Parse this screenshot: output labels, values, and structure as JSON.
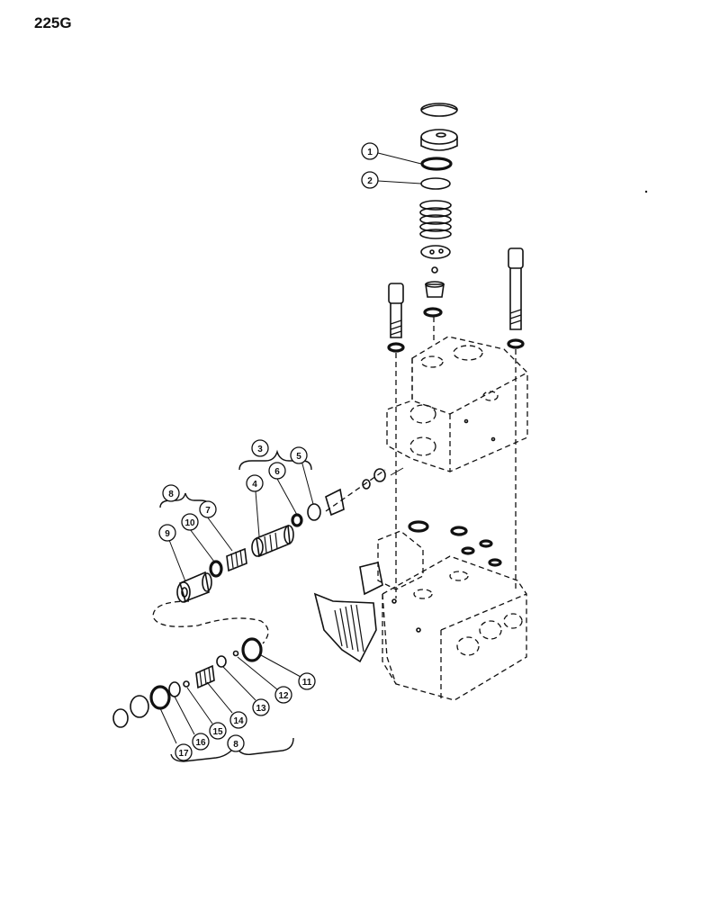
{
  "page_label": "225G",
  "callouts": [
    "1",
    "2",
    "3",
    "4",
    "5",
    "6",
    "7",
    "8",
    "9",
    "10",
    "11",
    "12",
    "13",
    "14",
    "15",
    "16",
    "17",
    "8"
  ]
}
